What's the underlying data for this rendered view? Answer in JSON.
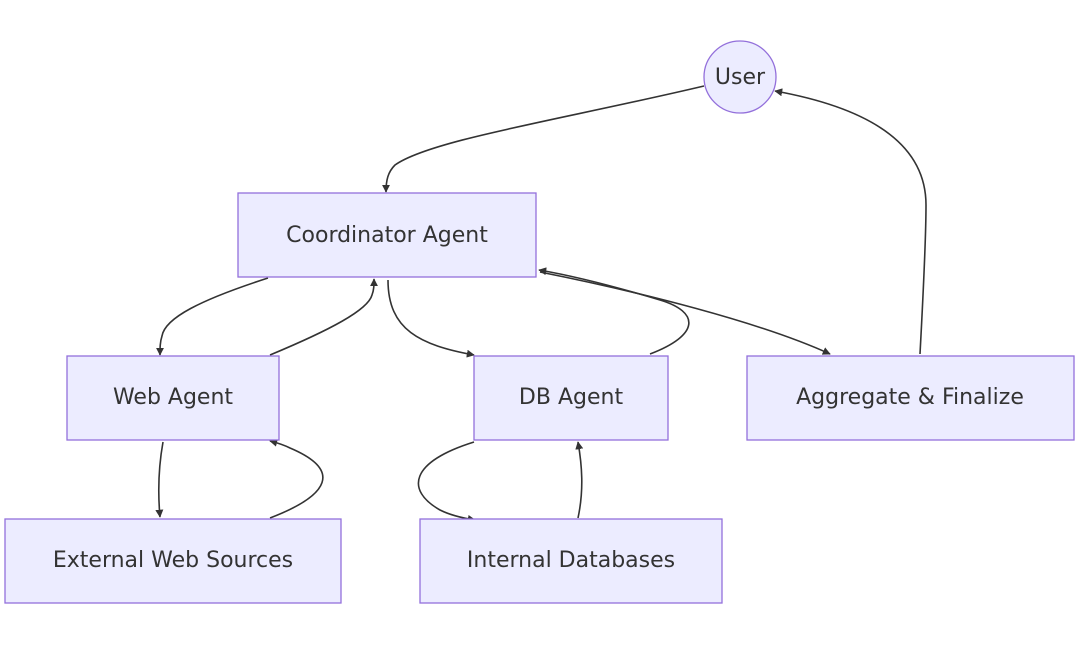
{
  "diagram": {
    "colors": {
      "node_fill": "#ECECFF",
      "node_border": "#9370DB",
      "edge": "#333333",
      "text": "#333333"
    },
    "nodes": {
      "user": {
        "label": "User",
        "shape": "circle"
      },
      "coordinator": {
        "label": "Coordinator Agent",
        "shape": "rect"
      },
      "web_agent": {
        "label": "Web Agent",
        "shape": "rect"
      },
      "db_agent": {
        "label": "DB Agent",
        "shape": "rect"
      },
      "aggregate": {
        "label": "Aggregate & Finalize",
        "shape": "rect"
      },
      "external_web": {
        "label": "External Web Sources",
        "shape": "rect"
      },
      "internal_db": {
        "label": "Internal Databases",
        "shape": "rect"
      }
    },
    "edges": [
      {
        "from": "user",
        "to": "coordinator"
      },
      {
        "from": "coordinator",
        "to": "web_agent"
      },
      {
        "from": "web_agent",
        "to": "coordinator"
      },
      {
        "from": "coordinator",
        "to": "db_agent"
      },
      {
        "from": "db_agent",
        "to": "coordinator"
      },
      {
        "from": "coordinator",
        "to": "aggregate"
      },
      {
        "from": "aggregate",
        "to": "user"
      },
      {
        "from": "web_agent",
        "to": "external_web"
      },
      {
        "from": "external_web",
        "to": "web_agent"
      },
      {
        "from": "db_agent",
        "to": "internal_db"
      },
      {
        "from": "internal_db",
        "to": "db_agent"
      }
    ]
  }
}
